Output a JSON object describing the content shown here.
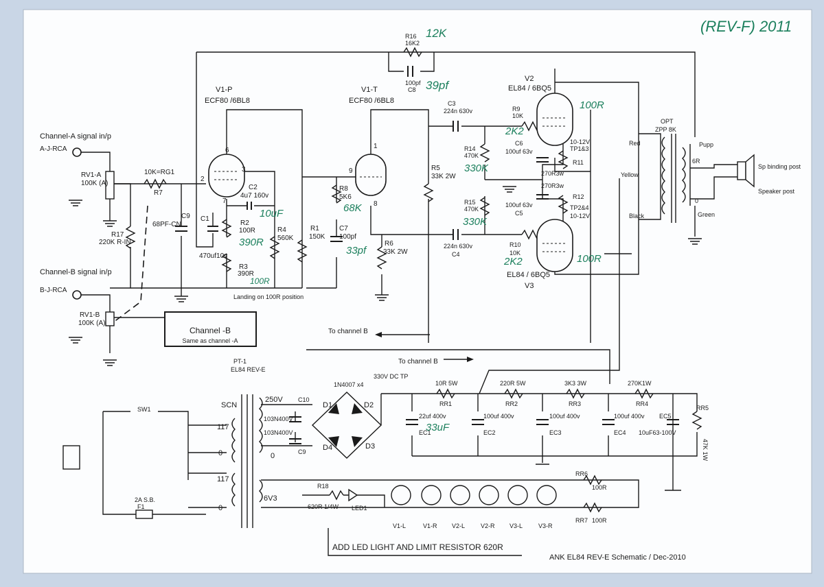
{
  "title": {
    "rev": "(REV-F) 2011",
    "footer": "ANK EL84 REV-E Schematic / Dec-2010",
    "note": "ADD LED LIGHT AND LIMIT RESISTOR 620R"
  },
  "colors": {
    "paper": "#fcfdfe",
    "ink": "#1a1a1a",
    "handwriting": "#1b7f5c",
    "background": "#c9d6e6"
  },
  "inputs": {
    "a_heading": "Channel-A signal in/p",
    "a_jack": "A-J-RCA",
    "b_heading": "Channel-B signal in/p",
    "b_jack": "B-J-RCA",
    "rv1a": "RV1-A",
    "rv1a_val": "100K (A)",
    "rv1b": "RV1-B",
    "rv1b_val": "100K (A)",
    "r17": "R17",
    "r17_val": "220K R-IN",
    "r7": "R7",
    "r7_val": "10K=RG1",
    "c9": "C9",
    "c9_val": "68PF-CN",
    "chb_title": "Channel -B",
    "chb_sub": "Same as channel -A"
  },
  "preamp": {
    "v1p": "V1-P",
    "v1p_type": "ECF80 /6BL8",
    "v1t": "V1-T",
    "v1t_type": "ECF80 /6BL8",
    "pin2": "2",
    "pin3": "3",
    "pin6": "6",
    "pin7": "7",
    "pin9": "9",
    "pin1": "1",
    "pin8": "8",
    "c2": "C2",
    "c2_val": "4u7 160v",
    "c1": "C1",
    "c1_val": "470uf10v",
    "r2": "R2",
    "r2_val": "100R",
    "r3": "R3",
    "r3_val": "390R",
    "r4": "R4",
    "r4_val": "560K",
    "r1": "R1",
    "r1_val": "150K",
    "r8": "R8",
    "r8_val": "5K6",
    "c7": "C7",
    "c7_val": "100pf",
    "r5": "R5",
    "r5_val": "33K 2W",
    "r6": "R6",
    "r6_val": "33K 2W",
    "landing": "Landing on 100R position",
    "r16": "R16",
    "r16_val": "16K2",
    "c8": "C8",
    "c8_val": "100pf",
    "to_ch_b1": "To channel B",
    "to_ch_b2": "To channel B"
  },
  "power_amp": {
    "c3": "C3",
    "c3_val": "224n 630v",
    "c4": "C4",
    "c4_val": "224n 630v",
    "r9": "R9",
    "r9_val": "10K",
    "r10": "R10",
    "r10_val": "10K",
    "r14": "R14",
    "r14_val": "470K",
    "r15": "R15",
    "r15_val": "470K",
    "c6": "C6",
    "c6_val": "100uf 63v",
    "c5": "C5",
    "c5_val": "100uf 63v",
    "r11": "R11",
    "r11_val": "270R3w",
    "r12": "R12",
    "r12_val": "270R3w",
    "tp13": "10-12V",
    "tp13b": "TP1&3",
    "tp24": "TP2&4",
    "tp24b": "10-12V",
    "v2": "V2",
    "v2_type": "EL84 / 6BQ5",
    "v3": "V3",
    "v3_type": "EL84 / 6BQ5"
  },
  "output": {
    "opt": "OPT",
    "opt_val": "ZPP 8K",
    "red": "Red",
    "yellow": "Yellow",
    "black": "Black",
    "pupp": "Pupp",
    "six_r": "6R",
    "zero": "0",
    "green": "Green",
    "sp_bind": "Sp binding post",
    "sp_post": "Speaker post"
  },
  "supply": {
    "pt": "PT-1",
    "pt_val": "EL84 REV-E",
    "scn": "SCN",
    "v250": "250V",
    "v6v3": "6V3",
    "p117a": "117",
    "p0a": "0",
    "p117b": "117",
    "p0b": "0",
    "s0": "0",
    "c10": "C10",
    "c9b": "C9",
    "c10_val": "103N400V",
    "c9b_val": "103N400V",
    "diodes": "1N4007 x4",
    "d1": "D1",
    "d2": "D2",
    "d3": "D3",
    "d4": "D4",
    "tp330": "330V DC TP",
    "rr1": "RR1",
    "rr1_val": "10R 5W",
    "rr2": "RR2",
    "rr2_val": "220R 5W",
    "rr3": "RR3",
    "rr3_val": "3K3 3W",
    "rr4": "RR4",
    "rr4_val": "270K1W",
    "rr5": "RR5",
    "rr5_val": "47K 1W",
    "ec1": "EC1",
    "ec1_val": "22uf 400v",
    "ec2": "EC2",
    "ec2_val": "100uf 400v",
    "ec3": "EC3",
    "ec3_val": "100uf 400v",
    "ec4": "EC4",
    "ec4_val": "100uf 400v",
    "ec5": "EC5",
    "ec5_val": "10uF63-100V",
    "sw1": "SW1",
    "f1": "F1",
    "f1_val": "2A S.B.",
    "r18": "R18",
    "r18_val": "620R 1/4W",
    "led1": "LED1",
    "rr6": "RR6",
    "rr6_val": "100R",
    "rr7": "RR7",
    "rr7_val": "100R",
    "lamps": [
      "V1-L",
      "V1-R",
      "V2-L",
      "V2-R",
      "V3-L",
      "V3-R"
    ]
  },
  "handwritten": {
    "r16_new": "12K",
    "c8_new": "39pf",
    "c2_new": "10uF",
    "r3_new": "390R",
    "r3_land": "100R",
    "r8_new": "68K",
    "c7_new": "33pf",
    "r14_new": "330K",
    "r15_new": "330K",
    "r9_new": "2K2",
    "r10_new": "2K2",
    "g2_new": "100R",
    "g3_new": "100R",
    "ec1_new": "33uF"
  }
}
